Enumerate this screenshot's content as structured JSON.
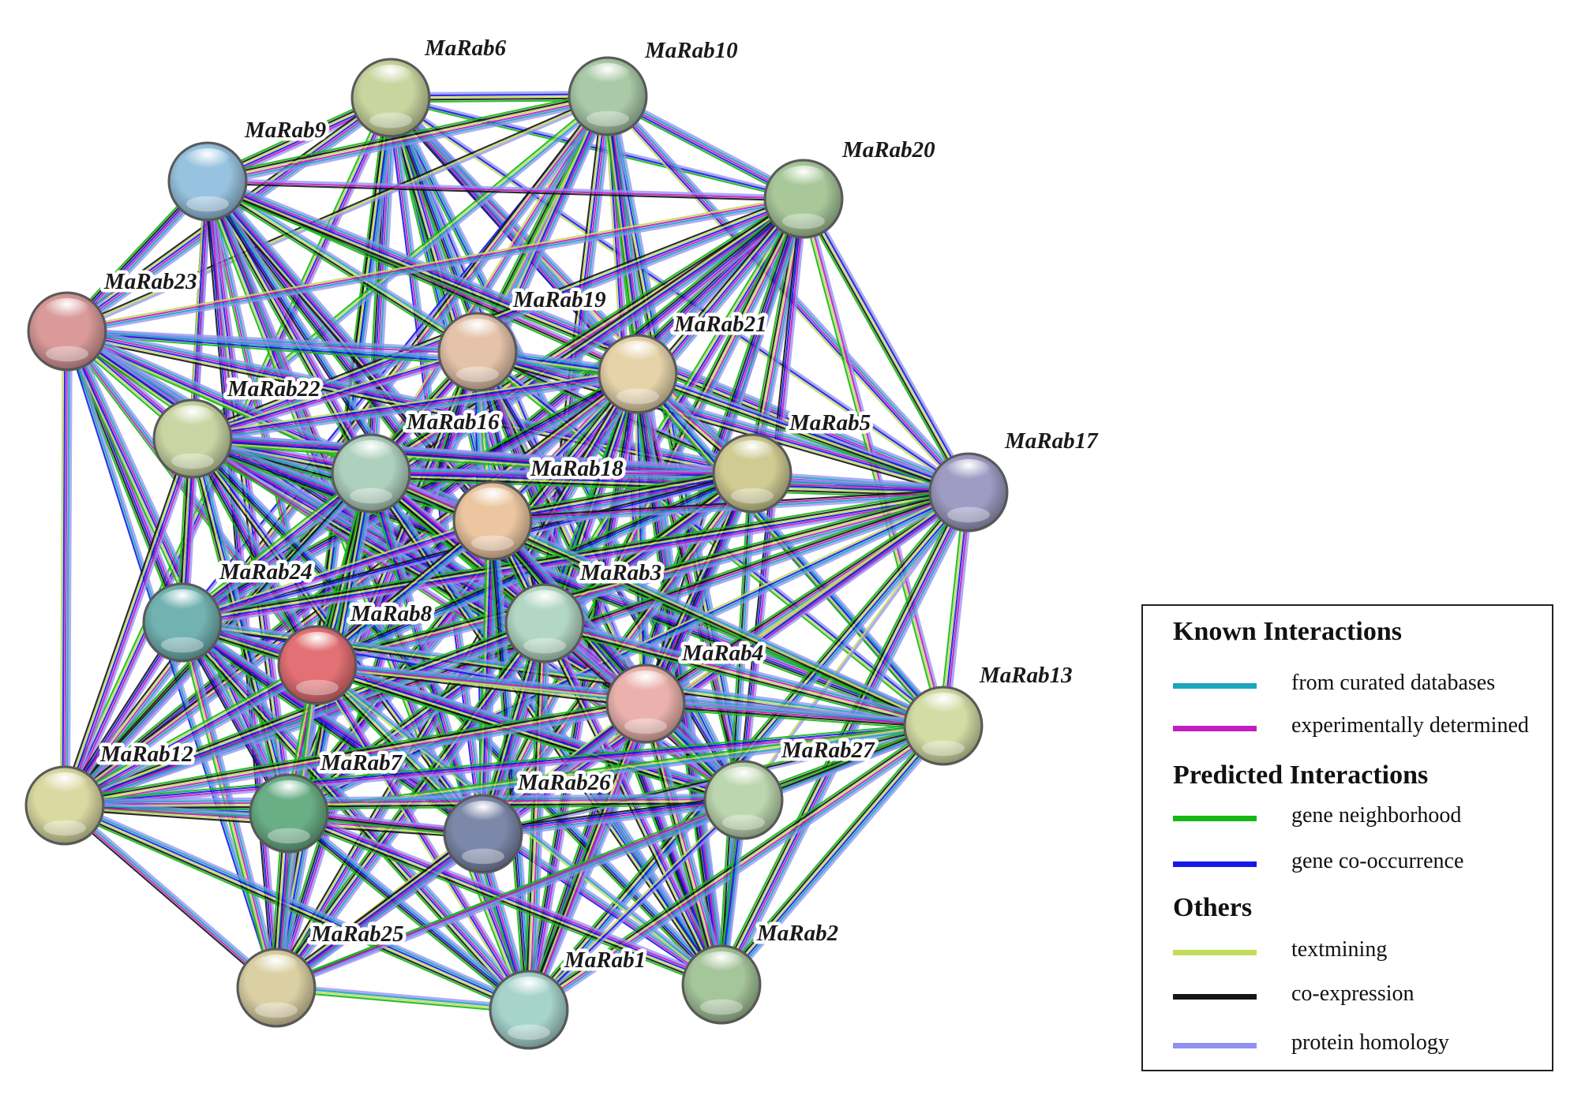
{
  "nodes": [
    {
      "id": "MaRab6",
      "color": "#c9d49f"
    },
    {
      "id": "MaRab10",
      "color": "#a9c9a7"
    },
    {
      "id": "MaRab9",
      "color": "#98c3e0"
    },
    {
      "id": "MaRab20",
      "color": "#a8c89a"
    },
    {
      "id": "MaRab23",
      "color": "#d99a99"
    },
    {
      "id": "MaRab19",
      "color": "#e5c3aa"
    },
    {
      "id": "MaRab21",
      "color": "#e6d3aa"
    },
    {
      "id": "MaRab22",
      "color": "#c9d6a4"
    },
    {
      "id": "MaRab16",
      "color": "#aed1be"
    },
    {
      "id": "MaRab5",
      "color": "#cfcb93"
    },
    {
      "id": "MaRab17",
      "color": "#9e9cc3"
    },
    {
      "id": "MaRab18",
      "color": "#ecc6a1"
    },
    {
      "id": "MaRab24",
      "color": "#72b2b1"
    },
    {
      "id": "MaRab3",
      "color": "#b2d7c2"
    },
    {
      "id": "MaRab8",
      "color": "#e27074"
    },
    {
      "id": "MaRab4",
      "color": "#ebb2ad"
    },
    {
      "id": "MaRab13",
      "color": "#d3dca5"
    },
    {
      "id": "MaRab12",
      "color": "#dad9a2"
    },
    {
      "id": "MaRab7",
      "color": "#6aae86"
    },
    {
      "id": "MaRab27",
      "color": "#bcd6af"
    },
    {
      "id": "MaRab26",
      "color": "#7c88a9"
    },
    {
      "id": "MaRab25",
      "color": "#dbd0a4"
    },
    {
      "id": "MaRab1",
      "color": "#a6d3cc"
    },
    {
      "id": "MaRab2",
      "color": "#a5c59a"
    }
  ],
  "edge_type_colors": {
    "curated": "#1ba6bd",
    "experimental": "#c21dc2",
    "neighborhood": "#16b816",
    "cooccurrence": "#1818e6",
    "textmining": "#c2dc5b",
    "coexpression": "#151515",
    "homology": "#9090f2"
  },
  "legend": {
    "known_title": "Known Interactions",
    "predicted_title": "Predicted Interactions",
    "others_title": "Others",
    "items": [
      {
        "label": "from curated databases",
        "color": "#1ba6bd"
      },
      {
        "label": "experimentally determined",
        "color": "#c21dc2"
      },
      {
        "label": "gene neighborhood",
        "color": "#16b816"
      },
      {
        "label": "gene co-occurrence",
        "color": "#1818e6"
      },
      {
        "label": "textmining",
        "color": "#c2dc5b"
      },
      {
        "label": "co-expression",
        "color": "#151515"
      },
      {
        "label": "protein homology",
        "color": "#9090f2"
      }
    ]
  }
}
